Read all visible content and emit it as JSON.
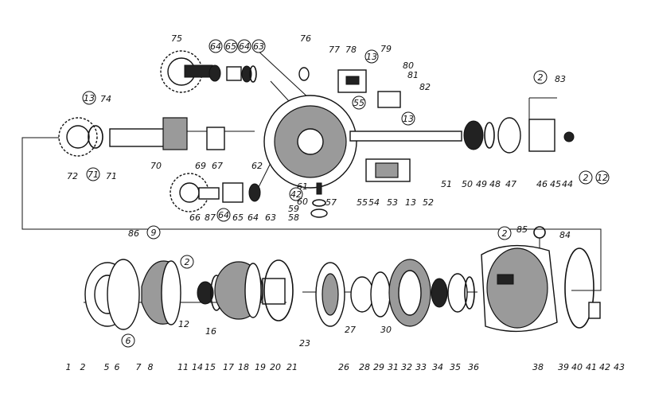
{
  "callouts": [
    {
      "n": "75"
    },
    {
      "n": "64",
      "c": true
    },
    {
      "n": "65",
      "c": true
    },
    {
      "n": "64",
      "c": true
    },
    {
      "n": "63",
      "c": true
    },
    {
      "n": "76"
    },
    {
      "n": "77"
    },
    {
      "n": "78"
    },
    {
      "n": "13",
      "c": true
    },
    {
      "n": "79"
    },
    {
      "n": "80"
    },
    {
      "n": "81"
    },
    {
      "n": "55",
      "c": true
    },
    {
      "n": "82"
    },
    {
      "n": "13",
      "c": true
    },
    {
      "n": "2",
      "c": true
    },
    {
      "n": "83"
    },
    {
      "n": "13",
      "c": true
    },
    {
      "n": "74"
    },
    {
      "n": "72"
    },
    {
      "n": "71",
      "c": true
    },
    {
      "n": "71"
    },
    {
      "n": "70"
    },
    {
      "n": "69"
    },
    {
      "n": "67"
    },
    {
      "n": "62"
    },
    {
      "n": "51"
    },
    {
      "n": "50"
    },
    {
      "n": "49"
    },
    {
      "n": "48"
    },
    {
      "n": "47"
    },
    {
      "n": "46"
    },
    {
      "n": "45"
    },
    {
      "n": "44"
    },
    {
      "n": "2",
      "c": true
    },
    {
      "n": "12",
      "c": true
    },
    {
      "n": "66"
    },
    {
      "n": "87"
    },
    {
      "n": "64",
      "c": true
    },
    {
      "n": "65"
    },
    {
      "n": "64"
    },
    {
      "n": "63"
    },
    {
      "n": "61"
    },
    {
      "n": "42",
      "c": true
    },
    {
      "n": "60"
    },
    {
      "n": "59"
    },
    {
      "n": "58"
    },
    {
      "n": "57"
    },
    {
      "n": "55"
    },
    {
      "n": "54"
    },
    {
      "n": "53"
    },
    {
      "n": "13"
    },
    {
      "n": "52"
    },
    {
      "n": "86"
    },
    {
      "n": "9",
      "c": true
    },
    {
      "n": "2",
      "c": true
    },
    {
      "n": "85"
    },
    {
      "n": "84"
    },
    {
      "n": "1"
    },
    {
      "n": "2"
    },
    {
      "n": "5"
    },
    {
      "n": "6"
    },
    {
      "n": "6",
      "c": true
    },
    {
      "n": "7"
    },
    {
      "n": "8"
    },
    {
      "n": "11"
    },
    {
      "n": "12"
    },
    {
      "n": "2",
      "c": true
    },
    {
      "n": "14"
    },
    {
      "n": "15"
    },
    {
      "n": "16"
    },
    {
      "n": "17"
    },
    {
      "n": "18"
    },
    {
      "n": "19"
    },
    {
      "n": "20"
    },
    {
      "n": "21"
    },
    {
      "n": "23"
    },
    {
      "n": "26"
    },
    {
      "n": "27"
    },
    {
      "n": "28"
    },
    {
      "n": "29"
    },
    {
      "n": "30"
    },
    {
      "n": "31"
    },
    {
      "n": "32"
    },
    {
      "n": "33"
    },
    {
      "n": "34"
    },
    {
      "n": "35"
    },
    {
      "n": "36"
    },
    {
      "n": "38"
    },
    {
      "n": "39"
    },
    {
      "n": "40"
    },
    {
      "n": "41"
    },
    {
      "n": "42"
    },
    {
      "n": "43"
    }
  ]
}
